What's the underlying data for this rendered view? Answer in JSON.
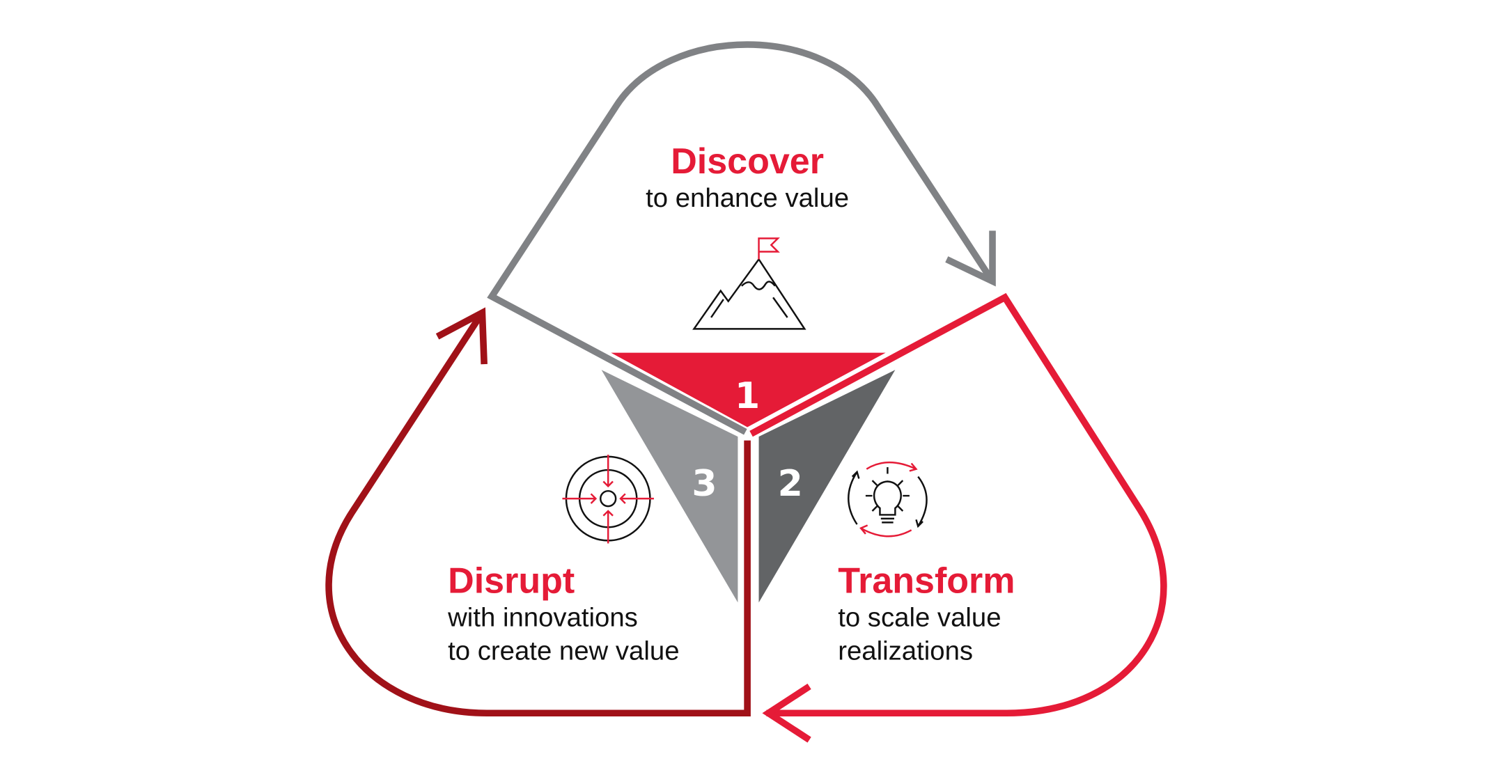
{
  "colors": {
    "gray_loop": "#808285",
    "red_loop": "#e51b37",
    "dark_red_loop": "#a01118",
    "triangle_red": "#e51b37",
    "triangle_light_gray": "#939598",
    "triangle_dark_gray": "#626466",
    "title": "#e51b37",
    "text": "#111111"
  },
  "stages": [
    {
      "number": "1",
      "title": "Discover",
      "lines": [
        "to enhance value"
      ],
      "icon": "mountain-flag-icon"
    },
    {
      "number": "2",
      "title": "Transform",
      "lines": [
        "to scale value",
        "realizations"
      ],
      "icon": "lightbulb-cycle-icon"
    },
    {
      "number": "3",
      "title": "Disrupt",
      "lines": [
        "with innovations",
        "to create new value"
      ],
      "icon": "target-converge-icon"
    }
  ]
}
